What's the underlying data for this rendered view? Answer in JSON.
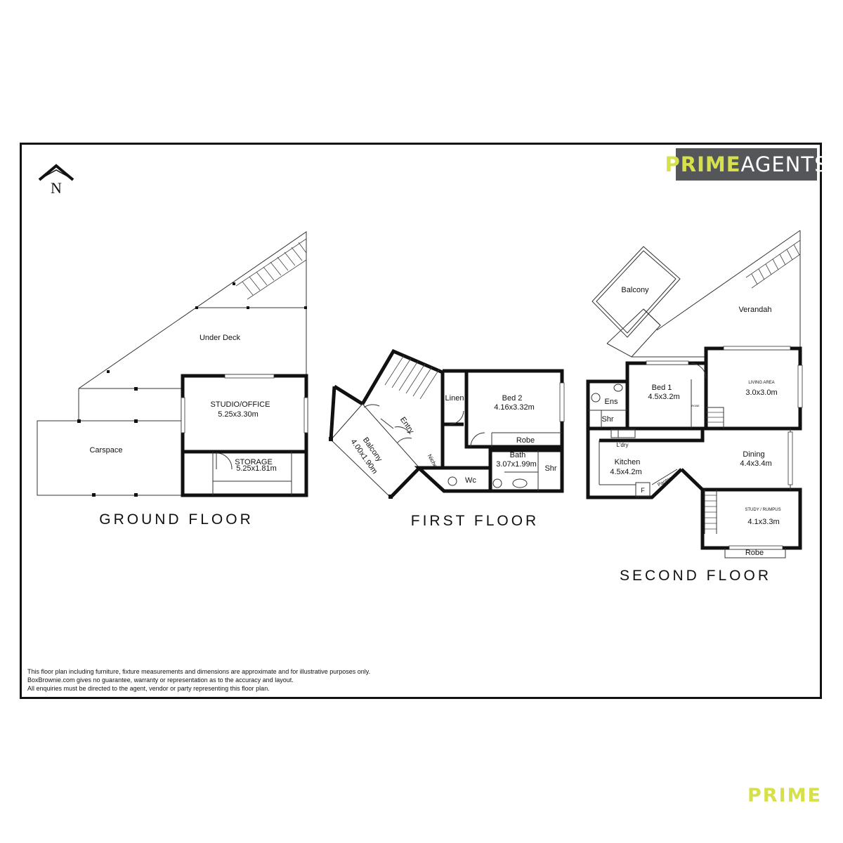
{
  "logo": {
    "prime": "PRIME",
    "agents": "AGENTS"
  },
  "compass": {
    "letter": "N"
  },
  "floors": {
    "ground": {
      "title": "GROUND FLOOR",
      "rooms": {
        "under_deck": "Under Deck",
        "studio_name": "STUDIO/OFFICE",
        "studio_size": "5.25x3.30m",
        "carspace": "Carspace",
        "storage_name": "STORAGE",
        "storage_size": "5.25x1.81m"
      }
    },
    "first": {
      "title": "FIRST FLOOR",
      "rooms": {
        "linen": "Linen",
        "bed2_name": "Bed 2",
        "bed2_size": "4.16x3.32m",
        "entry": "Entry",
        "balcony_name": "Balcony",
        "balcony_size": "4.00x1.90m",
        "robe": "Robe",
        "bath_name": "Bath",
        "bath_size": "3.07x1.99m",
        "shr": "Shr",
        "niche": "Niche",
        "wc": "Wc"
      }
    },
    "second": {
      "title": "SECOND FLOOR",
      "rooms": {
        "balcony": "Balcony",
        "verandah": "Verandah",
        "ens": "Ens",
        "bed1_name": "Bed 1",
        "bed1_size": "4.5x3.2m",
        "living_name": "LIVING AREA",
        "living_size": "3.0x3.0m",
        "robe_small": "ROBE",
        "shr": "Shr",
        "ldry": "L'dry",
        "kitchen_name": "Kitchen",
        "kitchen_size": "4.5x4.2m",
        "fridge": "F",
        "pantry": "Pantry",
        "dining_name": "Dining",
        "dining_size": "4.4x3.4m",
        "study_name": "STUDY / RUMPUS",
        "study_size": "4.1x3.3m",
        "robe": "Robe"
      }
    }
  },
  "disclaimer": [
    "This floor plan including furniture, fixture measurements and dimensions are approximate and for illustrative purposes only.",
    "BoxBrownie.com gives no guarantee, warranty or representation as to the accuracy and layout.",
    "All enquiries must be directed to the agent, vendor or party representing this floor plan."
  ],
  "brand_mark": "PRIME",
  "colors": {
    "logo_bg": "#555659",
    "accent": "#d6e04a",
    "wall": "#111111"
  }
}
